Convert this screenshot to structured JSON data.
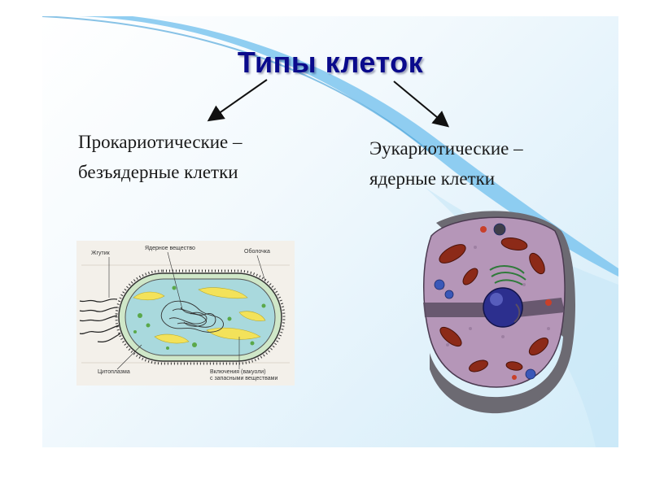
{
  "title": "Типы клеток",
  "left": {
    "line1": "Прокариотические –",
    "line2": "безъядерные клетки",
    "labels": {
      "flagellum": "Жгутик",
      "nuclear": "Ядерное вещество",
      "membrane": "Оболочка",
      "cytoplasm": "Цитоплазма",
      "inclusions_1": "Включения (вакуоли)",
      "inclusions_2": "с запасными веществами"
    }
  },
  "right": {
    "line1": "Эукариотические –",
    "line2": "ядерные клетки"
  },
  "colors": {
    "title": "#0a0a8c",
    "accent_blue": "#4aa8e0"
  }
}
